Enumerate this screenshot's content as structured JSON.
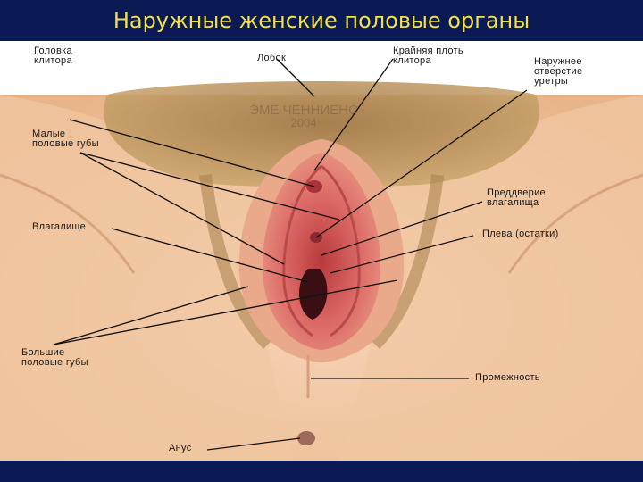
{
  "slide": {
    "title": "Наружные женские половые органы"
  },
  "watermark": "ЭМЕ ЧЕННИЕНС\n2004",
  "labels": {
    "clitoris_head": "Головка\nклитора",
    "pubis": "Лобок",
    "clitoral_hood": "Крайняя плоть\nклитора",
    "urethral_opening": "Наружнее\nотверстие\nуретры",
    "labia_minora": "Малые\nполовые губы",
    "vestibule": "Преддверие\nвлагалища",
    "vagina": "Влагалище",
    "hymen": "Плева (остатки)",
    "labia_majora": "Большие\nполовые губы",
    "perineum": "Промежность",
    "anus": "Анус"
  },
  "colors": {
    "background": "#0b1a55",
    "title": "#f2e14a",
    "skin": "#f3c9a6",
    "mucosa": "#d9585a",
    "hair": "#8c6a3c"
  }
}
